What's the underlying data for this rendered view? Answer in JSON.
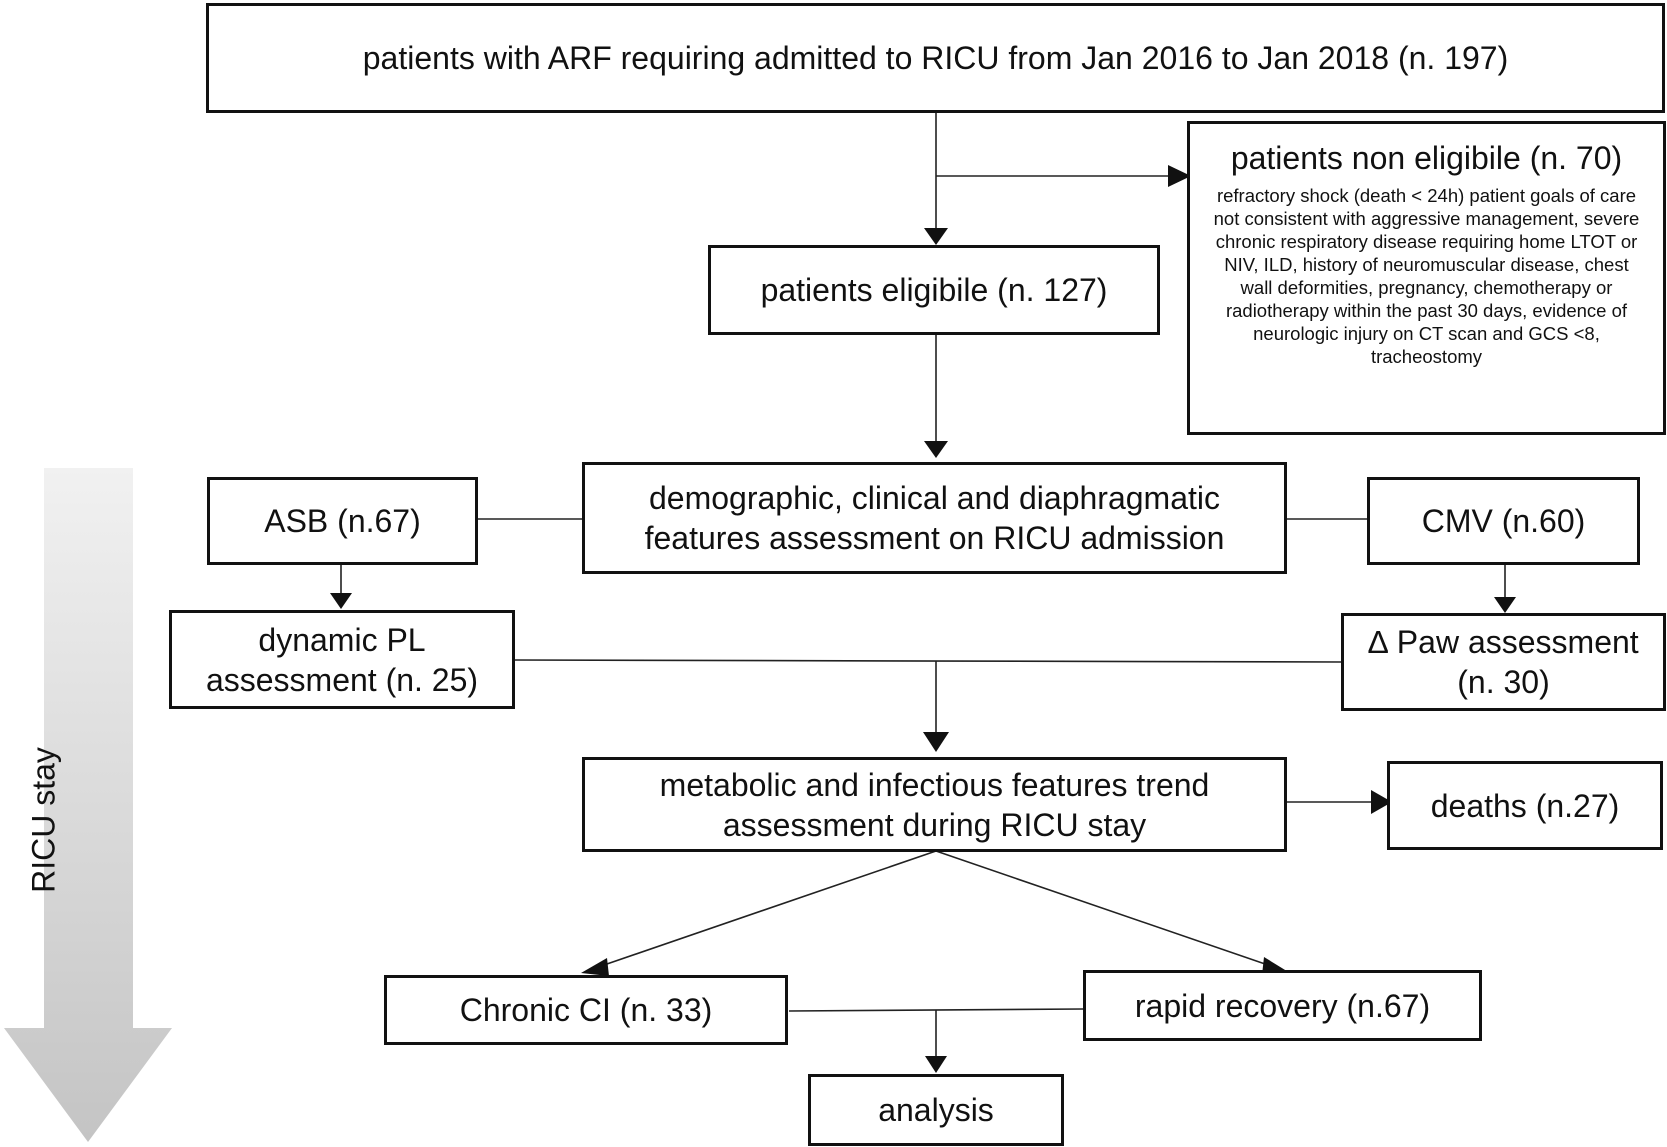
{
  "boxes": {
    "admitted": "patients with ARF requiring admitted to RICU from Jan 2016 to Jan 2018 (n. 197)",
    "non_eligible_title": "patients non eligibile (n. 70)",
    "non_eligible_criteria": "refractory shock (death < 24h) patient goals of care not consistent with aggressive management, severe chronic respiratory disease requiring home LTOT or NIV, ILD, history of neuromuscular disease, chest wall deformities, pregnancy, chemotherapy or radiotherapy within the past 30 days, evidence of neurologic injury on CT scan and GCS <8, tracheostomy",
    "eligible": "patients eligibile (n. 127)",
    "assessment": "demographic, clinical and diaphragmatic features assessment on RICU admission",
    "asb": "ASB (n.67)",
    "cmv": "CMV (n.60)",
    "dynamic_pl": "dynamic PL assessment (n. 25)",
    "delta_paw": "∆ Paw assessment (n. 30)",
    "trend": "metabolic and infectious features trend assessment during RICU stay",
    "deaths": "deaths (n.27)",
    "chronic_ci": "Chronic CI (n. 33)",
    "rapid_recovery": "rapid recovery (n.67)",
    "analysis": "analysis"
  },
  "side_label": "RICU stay"
}
